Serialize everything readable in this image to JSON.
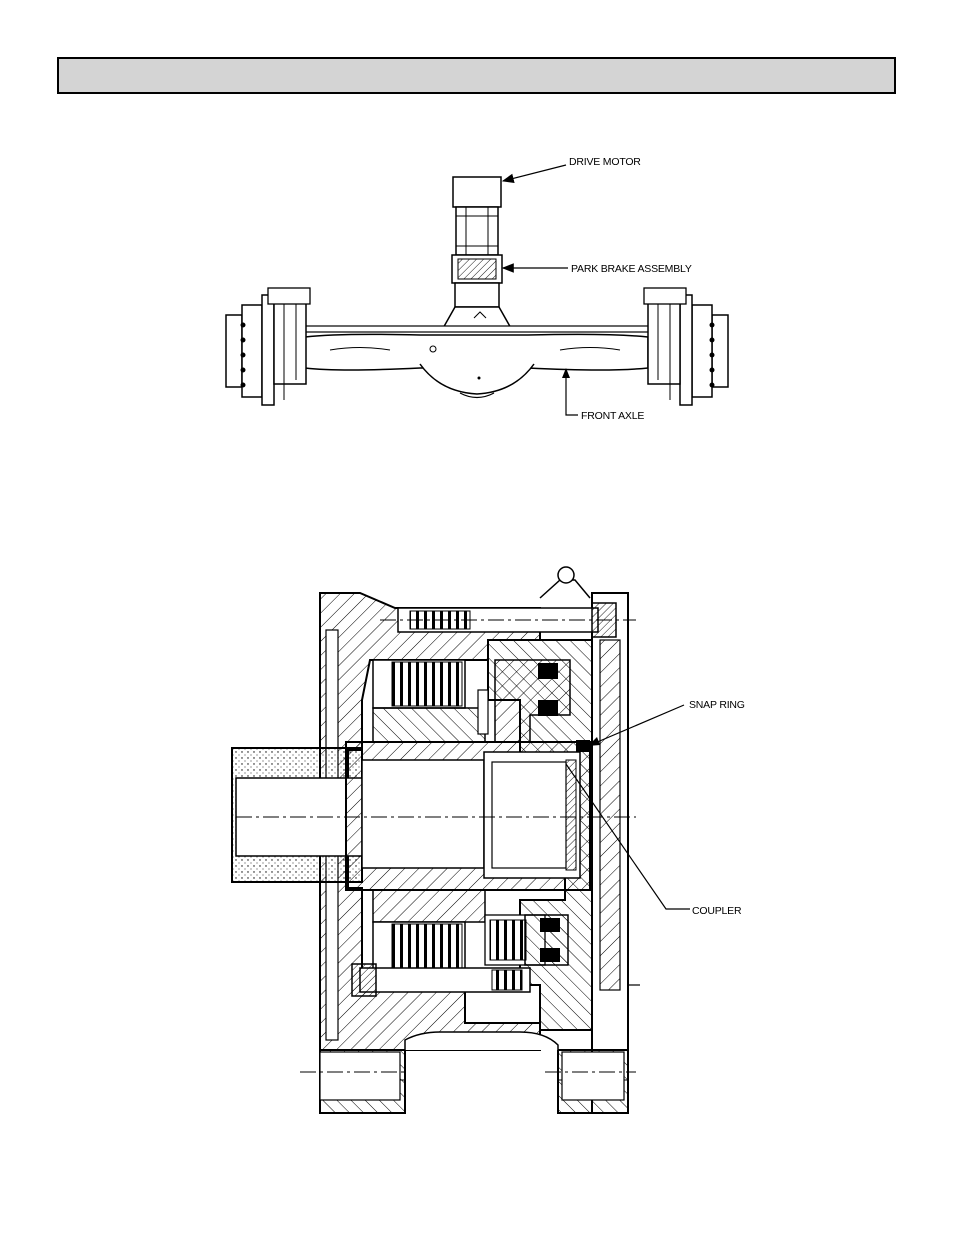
{
  "header": {
    "title": ""
  },
  "figure_axle": {
    "callouts": {
      "drive_motor": "DRIVE MOTOR",
      "park_brake_assembly": "PARK BRAKE ASSEMBLY",
      "front_axle": "FRONT AXLE"
    }
  },
  "figure_brake": {
    "callouts": {
      "snap_ring": "SNAP RING",
      "coupler": "COUPLER"
    }
  }
}
